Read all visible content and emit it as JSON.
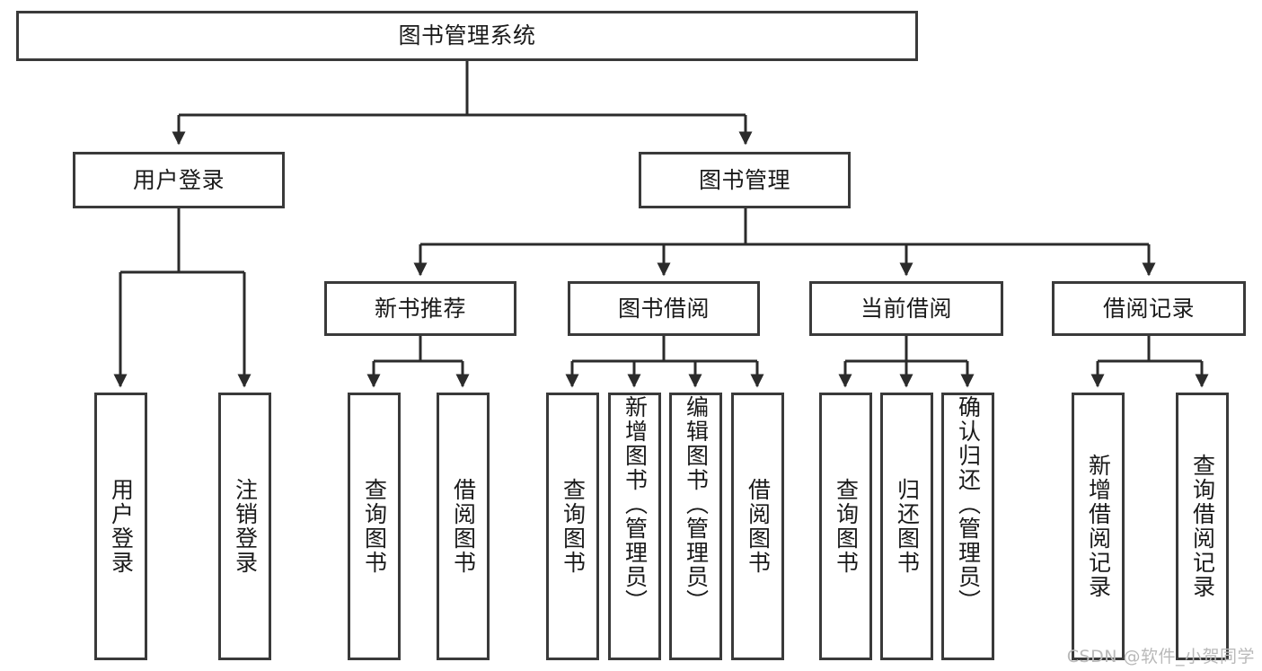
{
  "diagram": {
    "type": "tree-hierarchy",
    "title": "图书管理系统",
    "watermark": "CSDN @软件_小贺同学",
    "colors": {
      "box_border": "#3a3a3a",
      "box_fill": "#ffffff",
      "edge": "#2b2b2b",
      "text": "#1a1a1a",
      "watermark": "#b9b9b9"
    },
    "nodes": {
      "root": {
        "label": "图书管理系统"
      },
      "level2": [
        {
          "label": "用户登录"
        },
        {
          "label": "图书管理"
        }
      ],
      "level3": [
        {
          "label": "新书推荐"
        },
        {
          "label": "图书借阅"
        },
        {
          "label": "当前借阅"
        },
        {
          "label": "借阅记录"
        }
      ],
      "leaves": [
        {
          "label": "用户登录",
          "parent": "用户登录"
        },
        {
          "label": "注销登录",
          "parent": "用户登录"
        },
        {
          "label": "查询图书",
          "parent": "新书推荐"
        },
        {
          "label": "借阅图书",
          "parent": "新书推荐"
        },
        {
          "label": "查询图书",
          "parent": "图书借阅"
        },
        {
          "label": "新增图书（管理员）",
          "parent": "图书借阅"
        },
        {
          "label": "编辑图书（管理员）",
          "parent": "图书借阅"
        },
        {
          "label": "借阅图书",
          "parent": "图书借阅"
        },
        {
          "label": "查询图书",
          "parent": "当前借阅"
        },
        {
          "label": "归还图书",
          "parent": "当前借阅"
        },
        {
          "label": "确认归还（管理员）",
          "parent": "当前借阅"
        },
        {
          "label": "新增借阅记录",
          "parent": "借阅记录"
        },
        {
          "label": "查询借阅记录",
          "parent": "借阅记录"
        }
      ]
    }
  }
}
